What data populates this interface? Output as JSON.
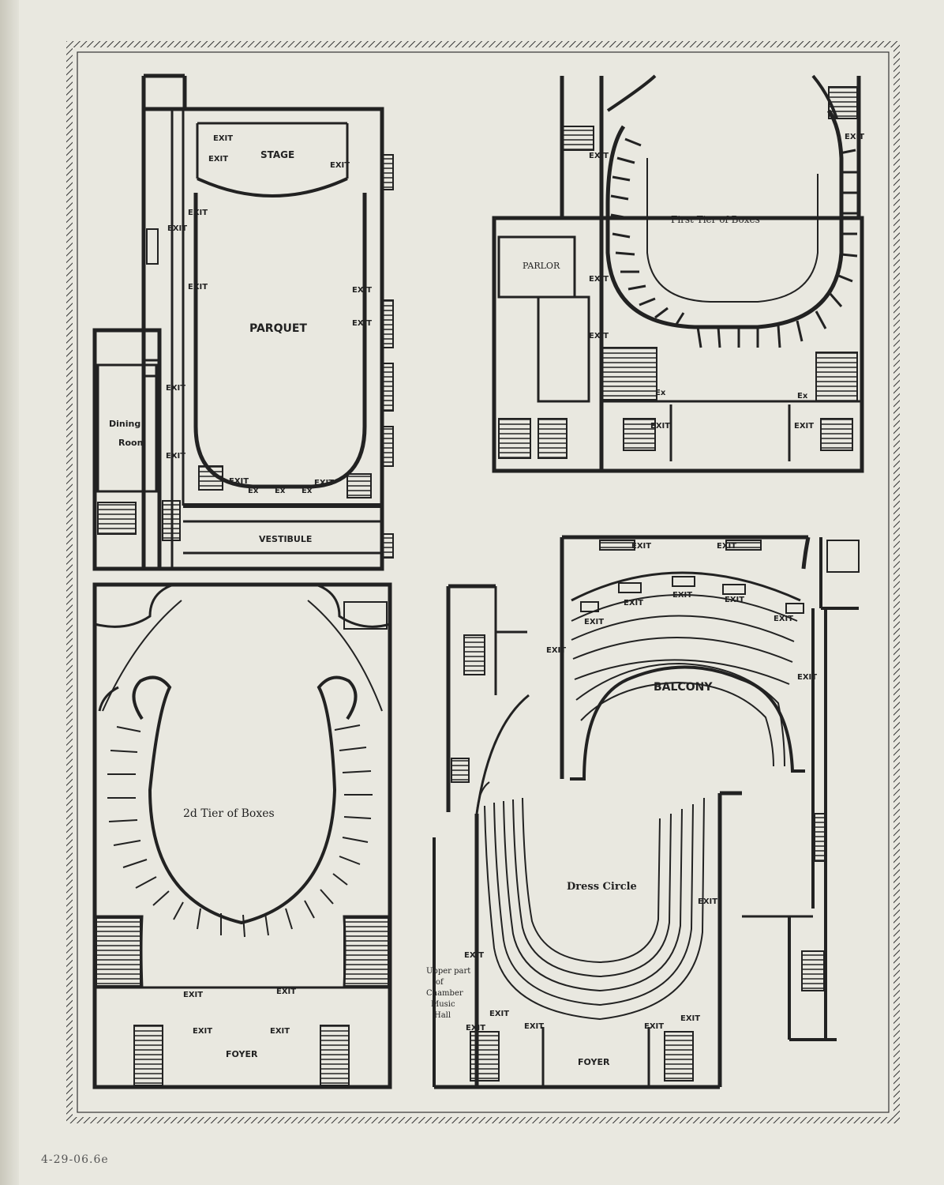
{
  "plans": {
    "parquet": {
      "stage": "STAGE",
      "parquet": "PARQUET",
      "dining_room_1": "Dining",
      "dining_room_2": "Room",
      "vestibule": "VESTIBULE",
      "exit": "EXIT",
      "ex": "Ex"
    },
    "first_tier": {
      "title": "First Tier of Boxes",
      "parlor": "PARLOR",
      "exit": "EXIT",
      "ex": "Ex"
    },
    "second_tier": {
      "title": "2d Tier of Boxes",
      "foyer": "FOYER",
      "exit": "EXIT"
    },
    "balcony": {
      "title": "BALCONY",
      "exit": "EXIT"
    },
    "dress_circle": {
      "title": "Dress Circle",
      "foyer": "FOYER",
      "exit": "EXIT",
      "chamber_1": "Upper part",
      "chamber_2": "of",
      "chamber_3": "Chamber",
      "chamber_4": "Music",
      "chamber_5": "Hall"
    }
  },
  "handwritten_note": "4-29-06.6e",
  "colors": {
    "ink": "#222222",
    "paper": "#e9e8e0"
  }
}
